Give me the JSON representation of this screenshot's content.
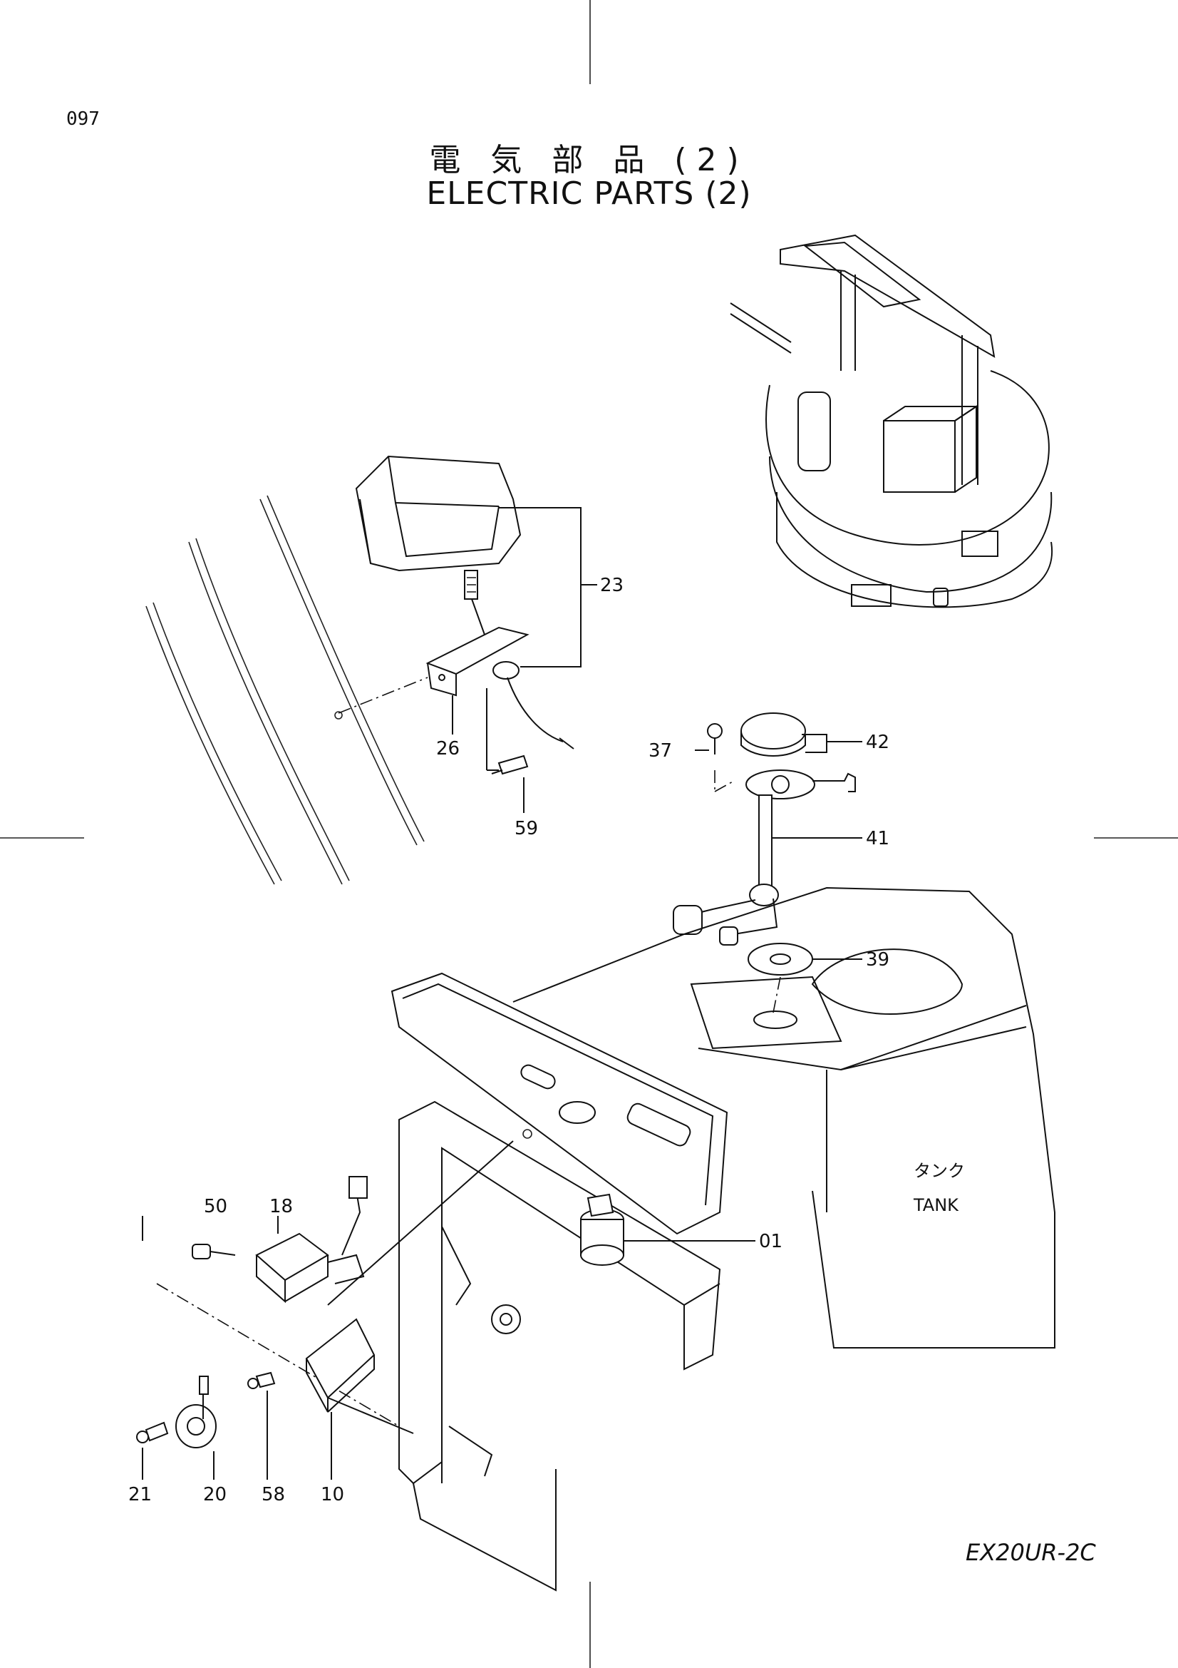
{
  "page": {
    "number": "097",
    "title_jp": "電 気 部 品 (2)",
    "title_en": "ELECTRIC  PARTS (2)",
    "model": "EX20UR-2C"
  },
  "tank_labels": {
    "jp": "タンク",
    "en": "TANK"
  },
  "callouts": [
    {
      "id": "23",
      "label": "23"
    },
    {
      "id": "26",
      "label": "26"
    },
    {
      "id": "59",
      "label": "59"
    },
    {
      "id": "37",
      "label": "37"
    },
    {
      "id": "42",
      "label": "42"
    },
    {
      "id": "41",
      "label": "41"
    },
    {
      "id": "39",
      "label": "39"
    },
    {
      "id": "50",
      "label": "50"
    },
    {
      "id": "18",
      "label": "18"
    },
    {
      "id": "01",
      "label": "01"
    },
    {
      "id": "21",
      "label": "21"
    },
    {
      "id": "20",
      "label": "20"
    },
    {
      "id": "58",
      "label": "58"
    },
    {
      "id": "10",
      "label": "10"
    }
  ]
}
